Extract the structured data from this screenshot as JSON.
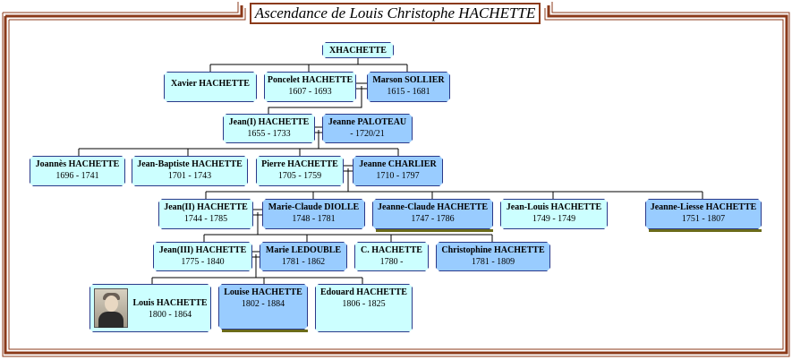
{
  "title": "Ascendance de Louis Christophe HACHETTE",
  "persons": {
    "xhachette": {
      "name": "XHACHETTE",
      "dates": ""
    },
    "xavier": {
      "name": "Xavier HACHETTE",
      "dates": ""
    },
    "poncelet": {
      "name": "Poncelet HACHETTE",
      "dates": "1607 - 1693"
    },
    "marson": {
      "name": "Marson SOLLIER",
      "dates": "1615 - 1681"
    },
    "jean1": {
      "name": "Jean(I) HACHETTE",
      "dates": "1655 - 1733"
    },
    "jeanne_paloteau": {
      "name": "Jeanne PALOTEAU",
      "dates": "- 1720/21"
    },
    "joannes": {
      "name": "Joannès HACHETTE",
      "dates": "1696 - 1741"
    },
    "jean_baptiste": {
      "name": "Jean-Baptiste HACHETTE",
      "dates": "1701 - 1743"
    },
    "pierre": {
      "name": "Pierre HACHETTE",
      "dates": "1705 - 1759"
    },
    "jeanne_charlier": {
      "name": "Jeanne CHARLIER",
      "dates": "1710 - 1797"
    },
    "jean2": {
      "name": "Jean(II) HACHETTE",
      "dates": "1744 - 1785"
    },
    "marie_claude": {
      "name": "Marie-Claude DIOLLE",
      "dates": "1748 - 1781"
    },
    "jeanne_claude": {
      "name": "Jeanne-Claude HACHETTE",
      "dates": "1747 - 1786"
    },
    "jean_louis": {
      "name": "Jean-Louis HACHETTE",
      "dates": "1749 - 1749"
    },
    "jeanne_liesse": {
      "name": "Jeanne-Liesse HACHETTE",
      "dates": "1751 - 1807"
    },
    "jean3": {
      "name": "Jean(III) HACHETTE",
      "dates": "1775 - 1840"
    },
    "marie_ledouble": {
      "name": "Marie LEDOUBLE",
      "dates": "1781 - 1862"
    },
    "c_hachette": {
      "name": "C. HACHETTE",
      "dates": "1780 -"
    },
    "christophine": {
      "name": "Christophine HACHETTE",
      "dates": "1781 - 1809"
    },
    "louis": {
      "name": "Louis HACHETTE",
      "dates": "1800 - 1864"
    },
    "louise": {
      "name": "Louise HACHETTE",
      "dates": "1802 - 1884"
    },
    "edouard": {
      "name": "Edouard HACHETTE",
      "dates": "1806 - 1825"
    }
  },
  "colors": {
    "frame": "#8b3a1a",
    "person_fill": "#ccffff",
    "spouse_fill": "#99ccff",
    "border": "#2a3a8a",
    "shadow": "#6b6b1a"
  },
  "icons": {
    "portrait": "louis-hachette-portrait"
  }
}
